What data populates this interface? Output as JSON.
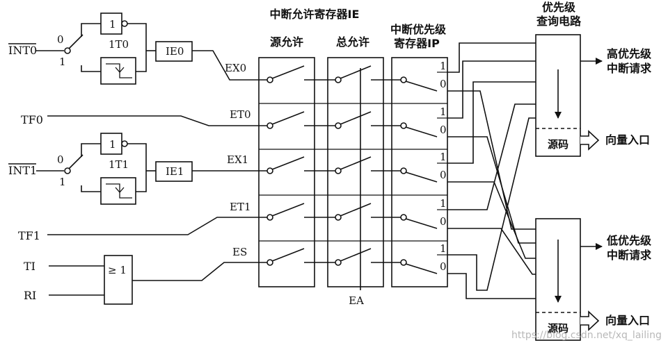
{
  "headers": {
    "ie_register": "中断允许寄存器IE",
    "source_enable": "源允许",
    "global_enable": "总允许",
    "ip_register_line1": "中断优先级",
    "ip_register_line2": "寄存器IP",
    "priority_circuit_line1": "优先级",
    "priority_circuit_line2": "查询电路"
  },
  "inputs": {
    "int0": "INT0",
    "tf0": "TF0",
    "int1": "INT1",
    "tf1": "TF1",
    "ti": "TI",
    "ri": "RI"
  },
  "flags": {
    "ie0": "IE0",
    "ie1": "IE1",
    "it0": "1T0",
    "it1": "1T1",
    "zero": "0",
    "one": "1",
    "inverter": "1",
    "or_gate": "≥ 1"
  },
  "enables": [
    "EX0",
    "ET0",
    "EX1",
    "ET1",
    "ES"
  ],
  "ea": "EA",
  "ip_bits": {
    "high": "1",
    "low": "0"
  },
  "outputs": {
    "high_line1": "高优先级",
    "high_line2": "中断请求",
    "low_line1": "低优先级",
    "low_line2": "中断请求",
    "vector_high": "向量入口",
    "vector_low": "向量入口",
    "source_code_high": "源码",
    "source_code_low": "源码"
  },
  "watermark": "https://blog.csdn.net/xq_lailing"
}
